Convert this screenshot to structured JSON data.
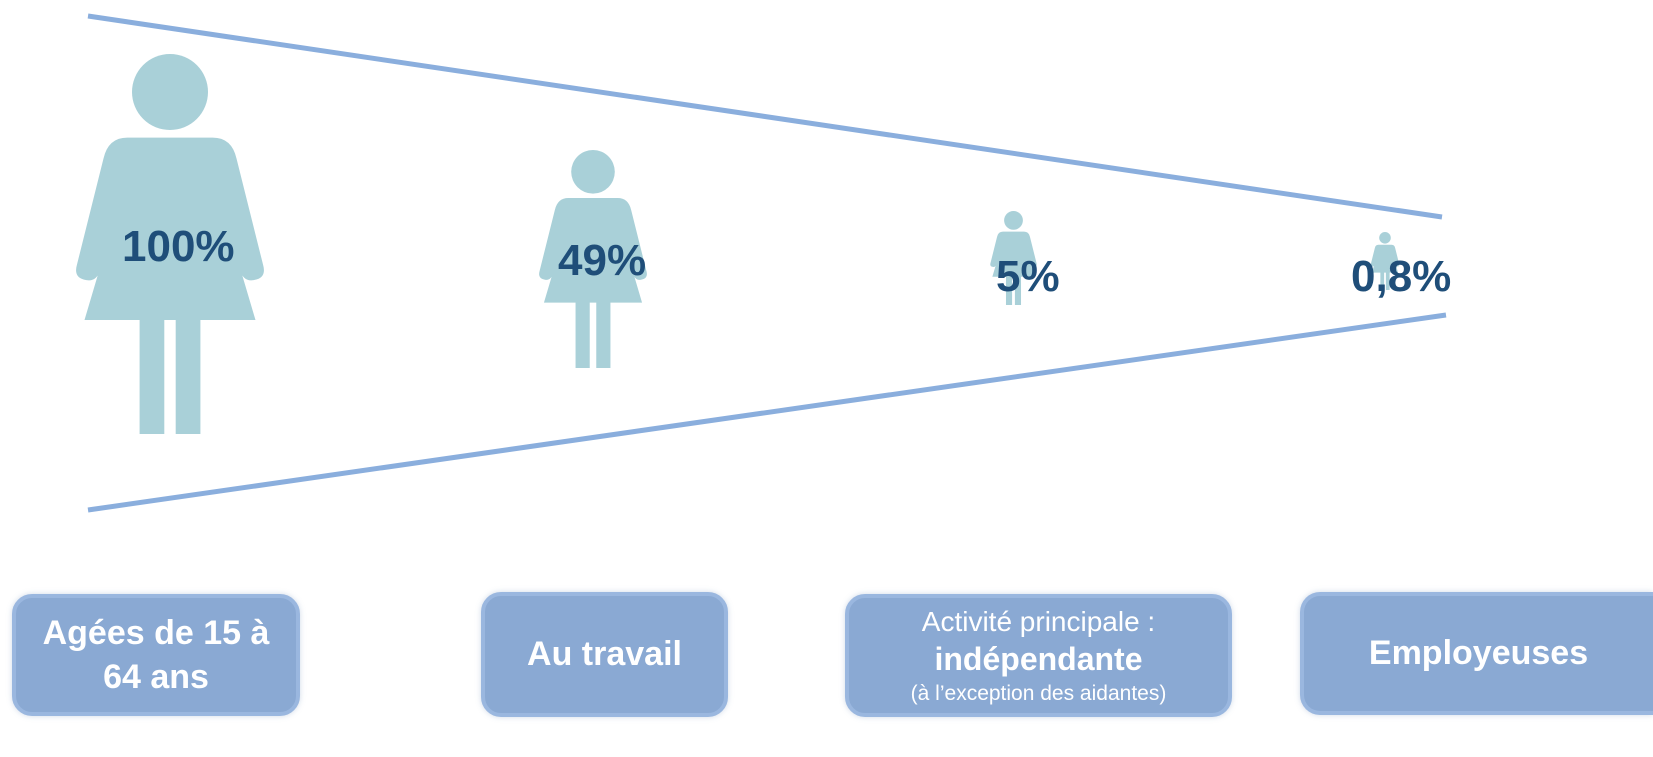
{
  "colors": {
    "figure": "#a9d0d8",
    "funnel_line": "#8aaedd",
    "percent_text": "#1f4e79",
    "box_fill": "#8aa9d3",
    "box_border": "#9ab7df",
    "box_text": "#ffffff"
  },
  "stages": [
    {
      "icon": "woman-figure-icon",
      "percent": "100%",
      "value": 100,
      "label_lines": [
        "Agées de 15 à",
        "64 ans"
      ]
    },
    {
      "icon": "woman-figure-icon",
      "percent": "49%",
      "value": 49,
      "label_lines": [
        "Au travail"
      ]
    },
    {
      "icon": "woman-figure-icon",
      "percent": "5%",
      "value": 5,
      "label_prefix": "Activité principale :",
      "label_main": "indépendante",
      "label_suffix": "(à l’exception des aidantes)"
    },
    {
      "icon": "woman-figure-icon",
      "percent": "0,8%",
      "value": 0.8,
      "label_lines": [
        "Employeuses"
      ]
    }
  ]
}
